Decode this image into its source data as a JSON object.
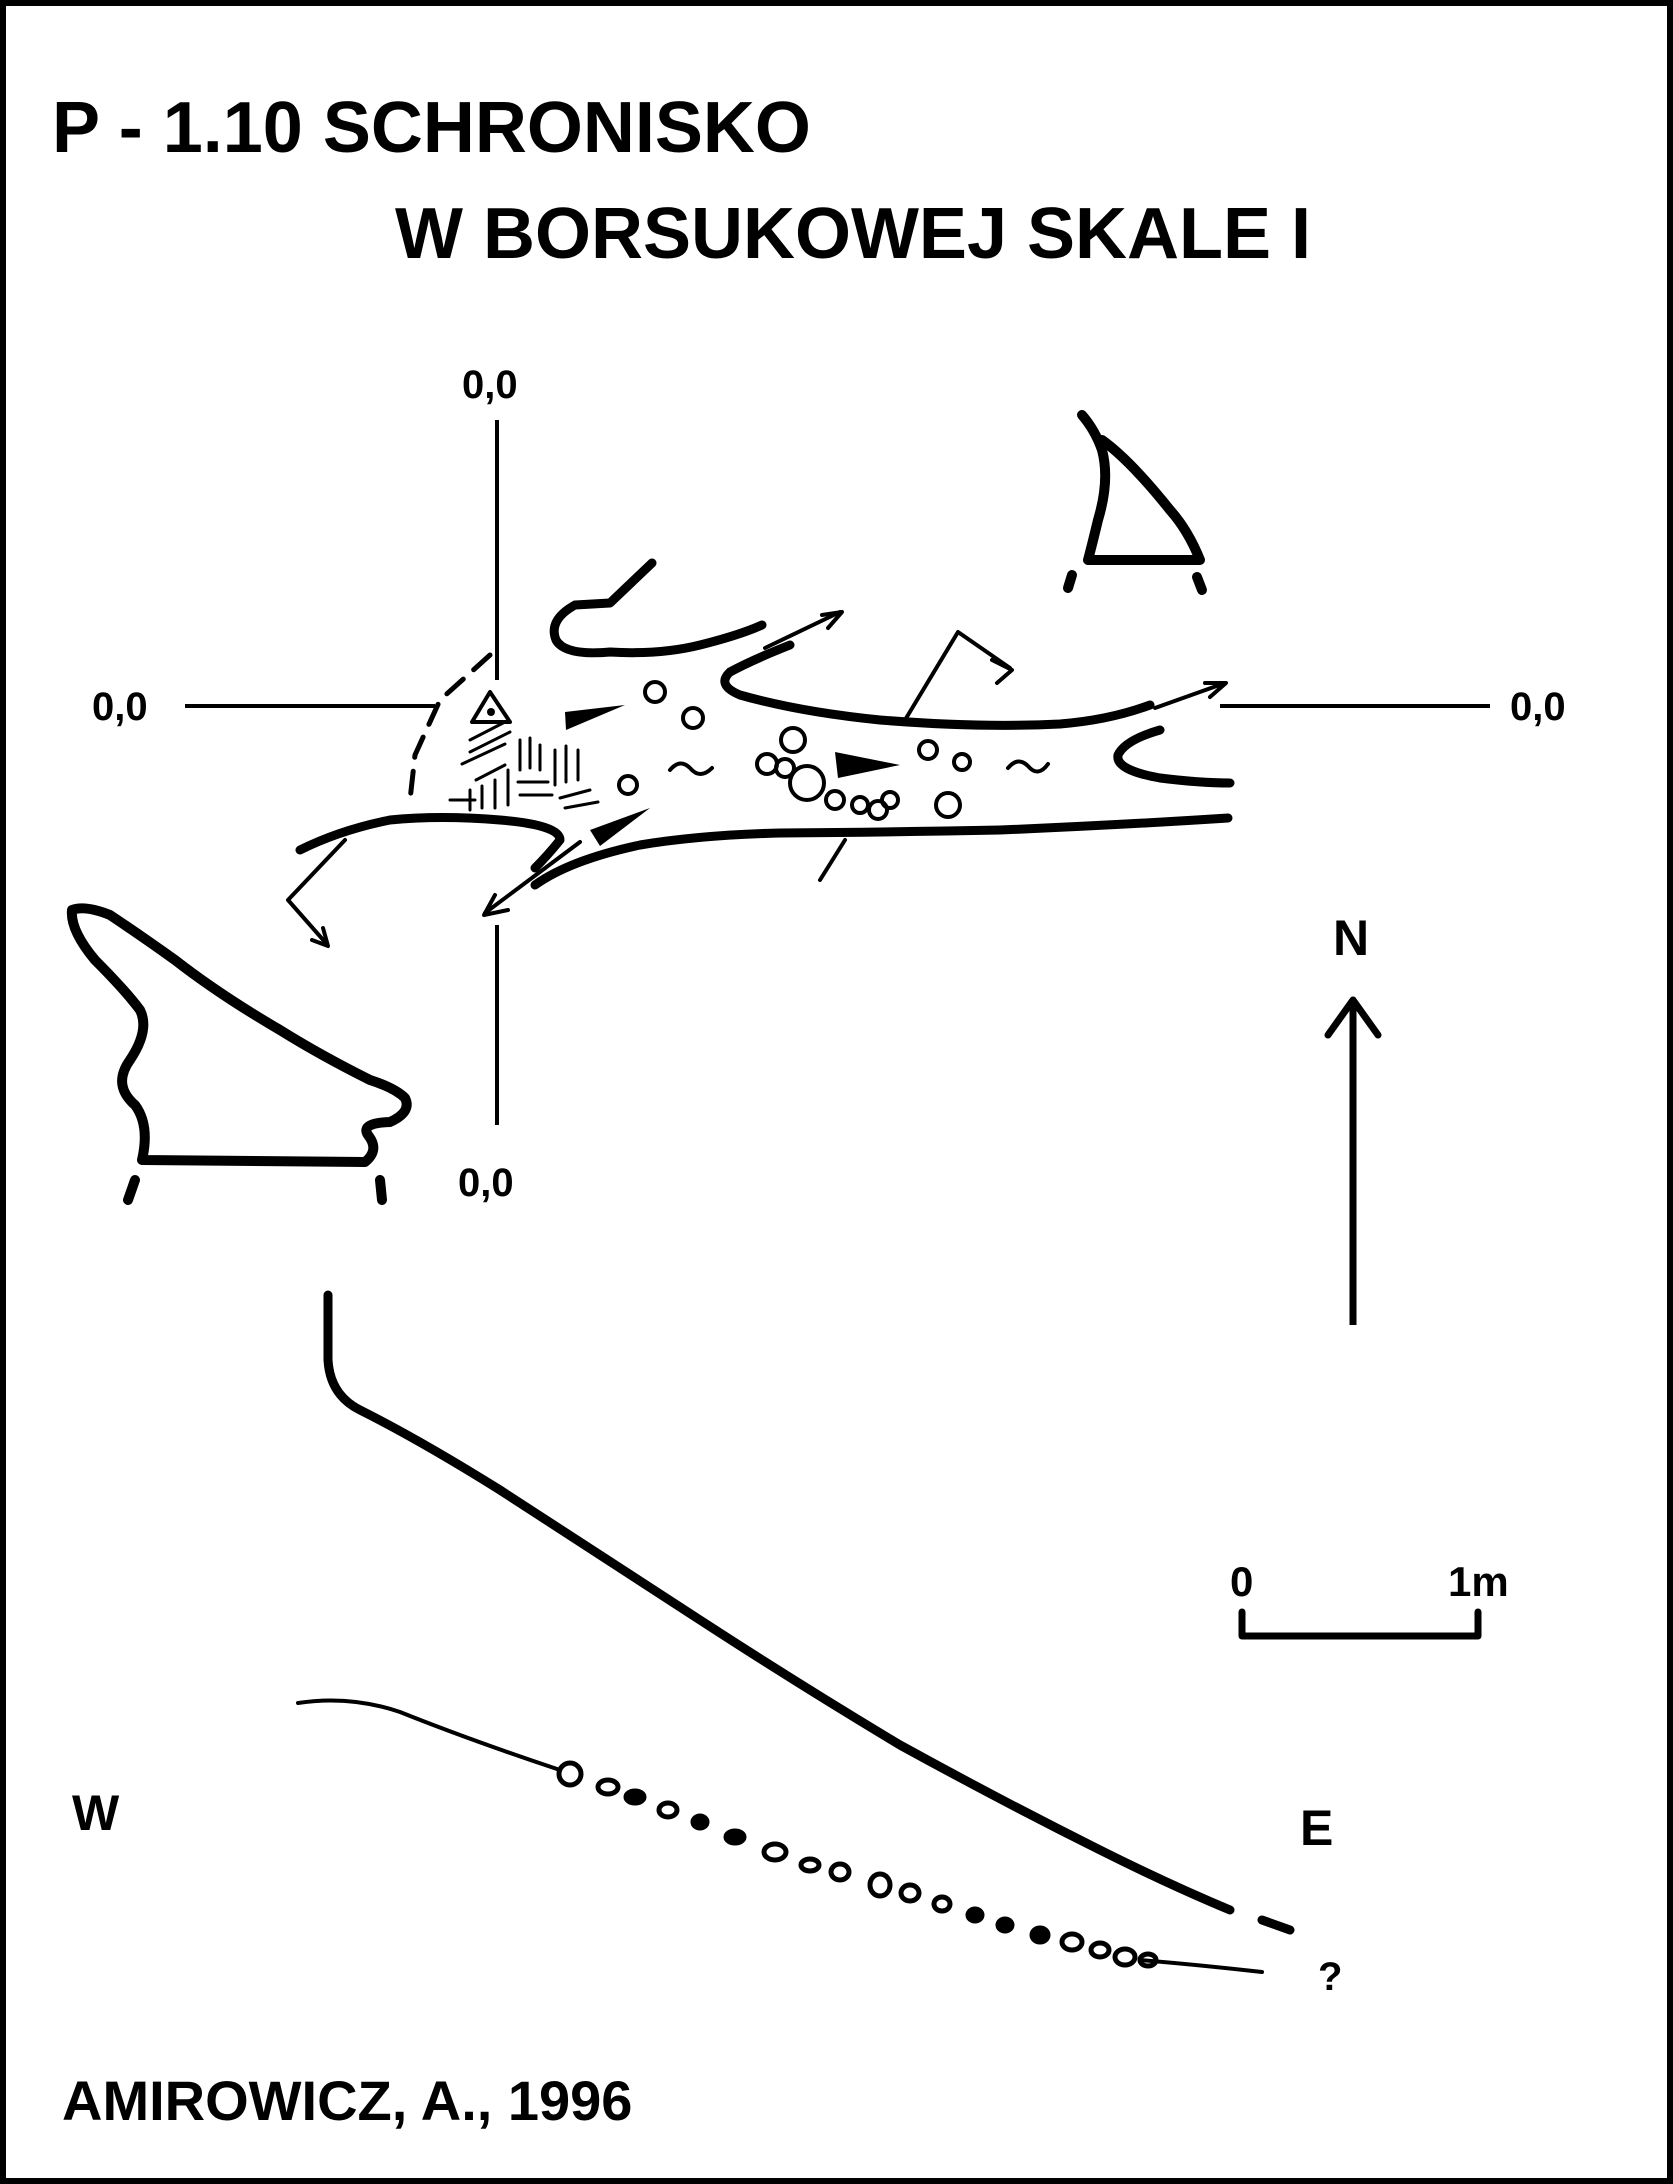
{
  "title": {
    "line1": "P - 1.10  SCHRONISKO",
    "line2": "W BORSUKOWEJ SKALE I"
  },
  "axes": {
    "top": "0,0",
    "bottom": "0,0",
    "left": "0,0",
    "right": "0,0"
  },
  "north_label": "N",
  "scale": {
    "start": "0",
    "end": "1m"
  },
  "section": {
    "west": "W",
    "east": "E",
    "unknown": "?"
  },
  "credit": "AMIROWICZ, A., 1996",
  "colors": {
    "ink": "#000000",
    "paper": "#ffffff"
  }
}
